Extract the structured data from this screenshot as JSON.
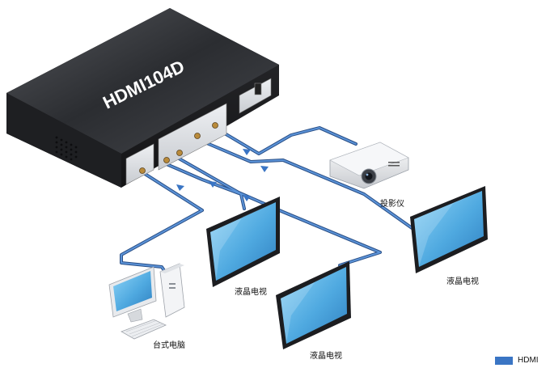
{
  "device": {
    "model": "HDMI104D"
  },
  "labels": {
    "projector": "投影仪",
    "tv_right": "液晶电视",
    "tv_center": "液晶电视",
    "tv_bottom": "液晶电视",
    "pc": "台式电脑"
  },
  "legend": {
    "hdmi": "HDMI"
  },
  "colors": {
    "cable": "#3a75c4",
    "cable_outline": "#2a4f86",
    "device_top": "#3a3c40",
    "device_front": "#222326",
    "screen": "#5bb6ea",
    "bezel": "#1c1d20"
  }
}
